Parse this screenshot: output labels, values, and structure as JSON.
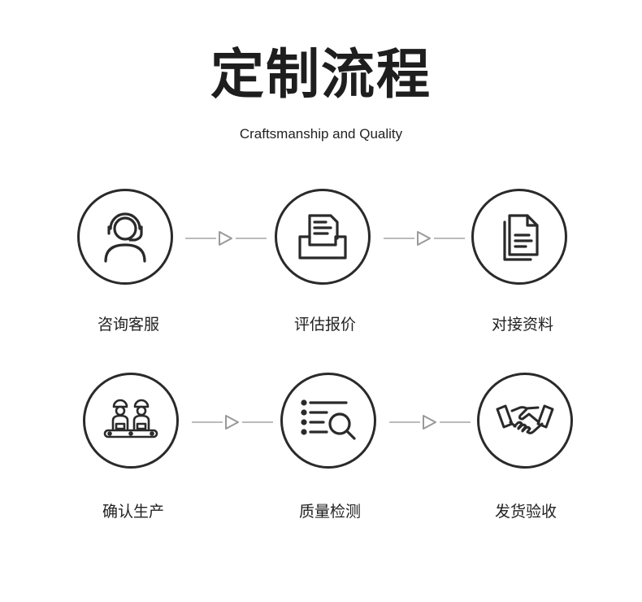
{
  "title": "定制流程",
  "subtitle": "Craftsmanship and Quality",
  "colors": {
    "stroke": "#2a2a2a",
    "connector": "#bbbbbb"
  },
  "steps": [
    {
      "label": "咨询客服",
      "icon": "customer-service-headset-icon"
    },
    {
      "label": "评估报价",
      "icon": "document-tray-icon"
    },
    {
      "label": "对接资料",
      "icon": "files-icon"
    },
    {
      "label": "确认生产",
      "icon": "workers-assembly-line-icon"
    },
    {
      "label": "质量检测",
      "icon": "list-magnifier-icon"
    },
    {
      "label": "发货验收",
      "icon": "handshake-icon"
    }
  ]
}
